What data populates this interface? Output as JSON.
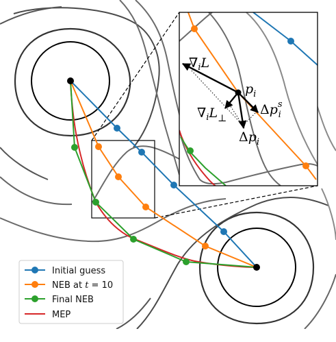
{
  "legend": {
    "items": [
      {
        "label": "Initial guess",
        "color": "#1f77b4",
        "marker": true
      },
      {
        "label_prefix": "NEB at ",
        "label_var": "t",
        "label_suffix": " = 10",
        "color": "#ff7f0e",
        "marker": true
      },
      {
        "label": "Final NEB",
        "color": "#2ca02c",
        "marker": true
      },
      {
        "label": "MEP",
        "color": "#d62728",
        "marker": false
      }
    ]
  },
  "inset_labels": {
    "grad": {
      "nabla": "∇",
      "sub": "i",
      "var": "L"
    },
    "grad_perp": {
      "nabla": "∇",
      "sub": "i",
      "var": "L",
      "perp": "⊥"
    },
    "point": {
      "var": "p",
      "sub": "i"
    },
    "delta_spring": {
      "delta": "Δ",
      "var": "p",
      "sub": "i",
      "sup": "s"
    },
    "delta": {
      "delta": "Δ",
      "var": "p",
      "sub": "i"
    }
  },
  "colors": {
    "initial": "#1f77b4",
    "neb": "#ff7f0e",
    "final": "#2ca02c",
    "mep": "#d62728",
    "contour_dark": "#2b2b2b",
    "contour_mid": "#6b6b6b",
    "contour_light": "#a0a0a0"
  }
}
